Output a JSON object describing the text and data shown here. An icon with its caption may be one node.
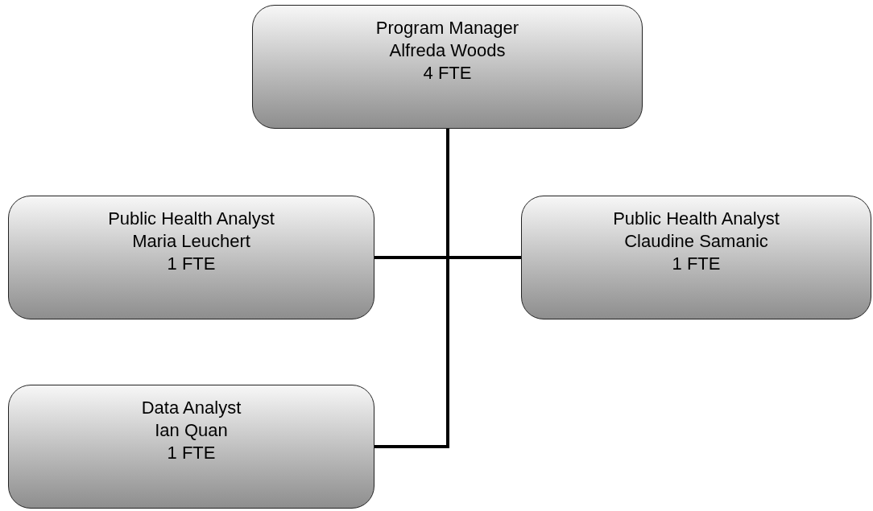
{
  "diagram": {
    "nodes": [
      {
        "text": [
          "Program Manager",
          "Alfreda Woods",
          "4 FTE"
        ]
      },
      {
        "text": [
          "Public Health Analyst",
          "Maria Leuchert",
          "1 FTE"
        ]
      },
      {
        "text": [
          "Public Health Analyst",
          "Claudine Samanic",
          "1 FTE"
        ]
      },
      {
        "text": [
          "Data Analyst",
          "Ian Quan",
          "1 FTE"
        ]
      }
    ],
    "edges": [
      {
        "from": 0,
        "to": 1,
        "arrow": "none"
      },
      {
        "from": 0,
        "to": 2,
        "arrow": "none"
      },
      {
        "from": 0,
        "to": 3,
        "arrow": "none"
      }
    ]
  }
}
